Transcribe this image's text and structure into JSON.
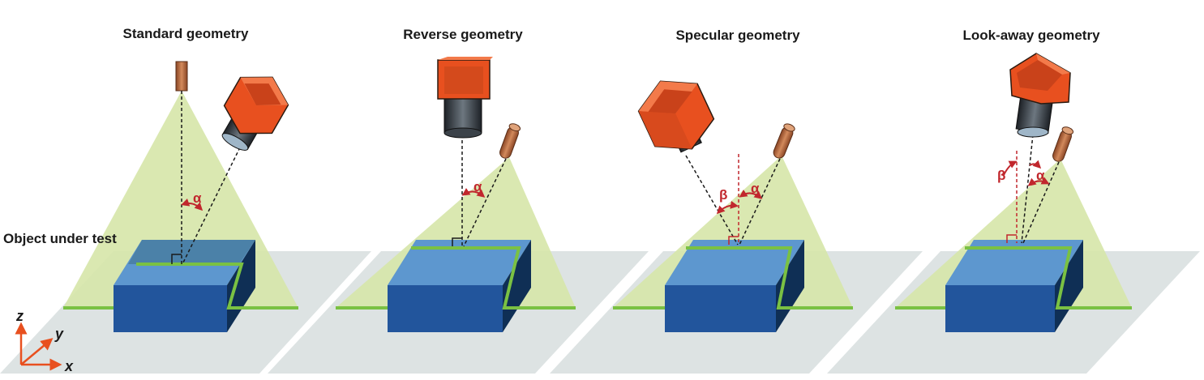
{
  "panels": [
    {
      "title": "Standard geometry",
      "alpha": "α",
      "beta": ""
    },
    {
      "title": "Reverse geometry",
      "alpha": "α",
      "beta": ""
    },
    {
      "title": "Specular geometry",
      "alpha": "α",
      "beta": "β"
    },
    {
      "title": "Look-away geometry",
      "alpha": "α",
      "beta": "β"
    }
  ],
  "object_label": "Object under test",
  "axes": {
    "z": "z",
    "y": "y",
    "x": "x"
  },
  "colors": {
    "plane": "#dde3e3",
    "light_fan": "#d6e6a8",
    "laser_line": "#7ac143",
    "block_top": "#5d97cf",
    "block_front": "#22559c",
    "block_side": "#0f2f55",
    "camera_body": "#e8501f",
    "camera_lens": "#2a2e33",
    "laser_head": "#b5673a",
    "angle_red": "#c1272d",
    "axis_orange": "#e8501f"
  }
}
